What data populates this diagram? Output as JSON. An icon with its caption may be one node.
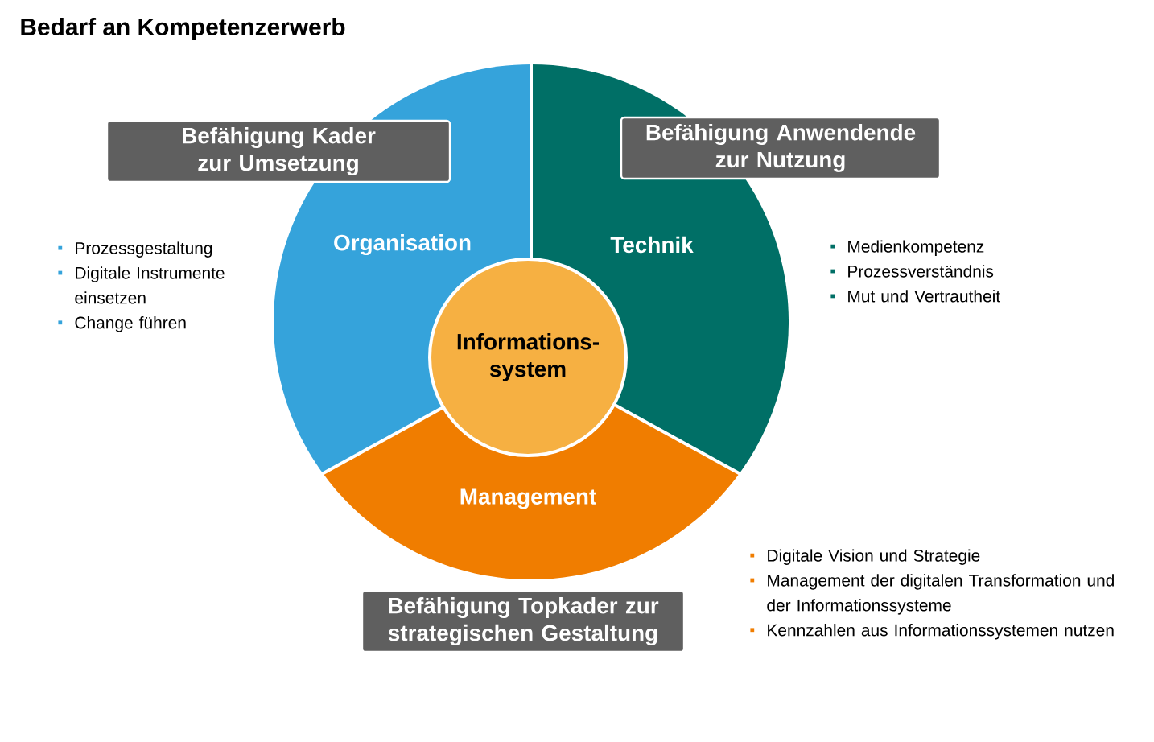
{
  "diagram": {
    "title": "Bedarf an Kompetenzerwerb",
    "nodes": [
      {
        "text": [
          "Organisation"
        ]
      },
      {
        "text": [
          "Technik"
        ]
      },
      {
        "text": [
          "Management"
        ]
      },
      {
        "text": [
          "Informations-system"
        ]
      },
      {
        "text": [
          "Befähigung Kader zur Umsetzung"
        ]
      },
      {
        "text": [
          "Befähigung Anwendende zur Nutzung"
        ]
      },
      {
        "text": [
          "Befähigung Topkader zur strategischen Gestaltung"
        ]
      }
    ],
    "edges": [],
    "labels": [
      "Prozessgestaltung",
      "Digitale Instrumente einsetzen",
      "Change führen",
      "Medienkompetenz",
      "Prozessverständnis",
      "Mut und Vertrautheit",
      "Digitale Vision und Strategie",
      "Management der digitalen Transformation und der Informationssysteme",
      "Kennzahlen aus Informationssystemen nutzen"
    ]
  }
}
